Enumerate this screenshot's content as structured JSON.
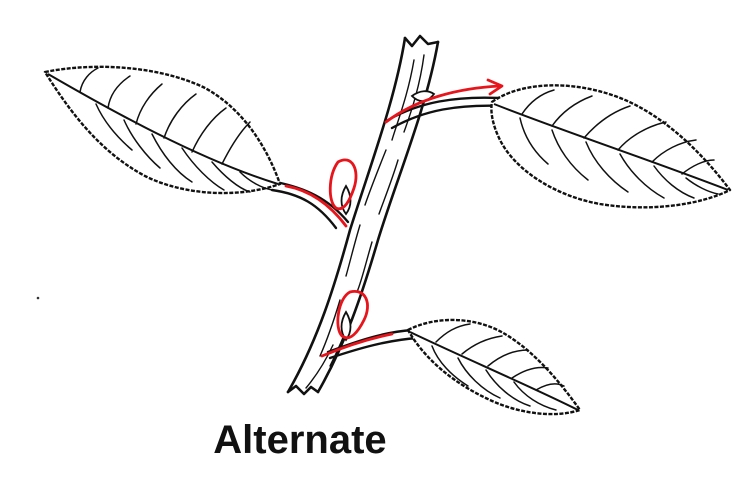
{
  "caption": "Alternate",
  "colors": {
    "ink": "#111111",
    "highlight": "#e8141b",
    "background": "#ffffff"
  },
  "icons": [
    "leaf-illustration",
    "stem-illustration",
    "axillary-bud-marker"
  ]
}
